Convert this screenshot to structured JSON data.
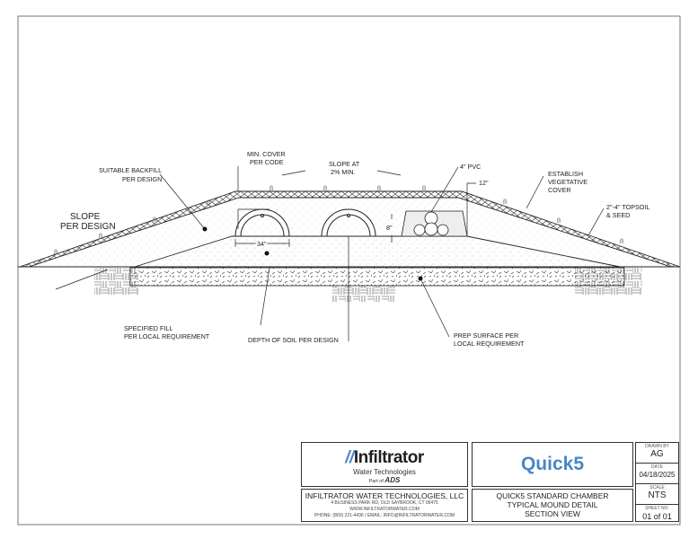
{
  "drawing": {
    "labels": {
      "suitable_backfill": [
        "SUITABLE BACKFILL",
        "PER DESIGN"
      ],
      "min_cover": [
        "MIN. COVER",
        "PER CODE"
      ],
      "slope_top": [
        "SLOPE AT",
        "2% MIN."
      ],
      "pvc": "4\" PVC",
      "twelve": "12\"",
      "establish": [
        "ESTABLISH",
        "VEGETATIVE",
        "COVER"
      ],
      "topsoil": [
        "2\"-4\" TOPSOIL",
        "& SEED"
      ],
      "slope_side": [
        "SLOPE",
        "PER DESIGN"
      ],
      "eight": "8\"",
      "width34": "34\"",
      "specified_fill": [
        "SPECIFIED FILL",
        "PER LOCAL REQUIREMENT"
      ],
      "depth_soil": "DEPTH OF SOIL PER DESIGN",
      "prep_surface": [
        "PREP SURFACE PER",
        "LOCAL REQUIREMENT"
      ]
    }
  },
  "title_block": {
    "logo": {
      "brand": "Infiltrator",
      "sub": "Water Technologies",
      "part_of": "Part of",
      "parent": "ADS",
      "brand_color": "#1f1f1f",
      "swoosh_color": "#4a86c5"
    },
    "product_logo": {
      "text": "Quick5",
      "color": "#4a86c5"
    },
    "company": {
      "name": "INFILTRATOR WATER TECHNOLOGIES, LLC",
      "address": "4 BUSINESS PARK RD, OLD SAYBROOK, CT 06475",
      "web": "WWW.INFILTRATORWATER.COM",
      "contact": "PHONE: (800) 221-4436 / EMAIL: INFO@INFILTRATORWATER.COM"
    },
    "title": [
      "QUICK5 STANDARD CHAMBER",
      "TYPICAL MOUND DETAIL",
      "SECTION VIEW"
    ],
    "drawn_by_label": "DRAWN BY",
    "drawn_by": "AG",
    "date_label": "DATE",
    "date": "04/18/2025",
    "scale_label": "SCALE",
    "scale": "NTS",
    "sheet_label": "SHEET NO.",
    "sheet": "01 of 01"
  }
}
